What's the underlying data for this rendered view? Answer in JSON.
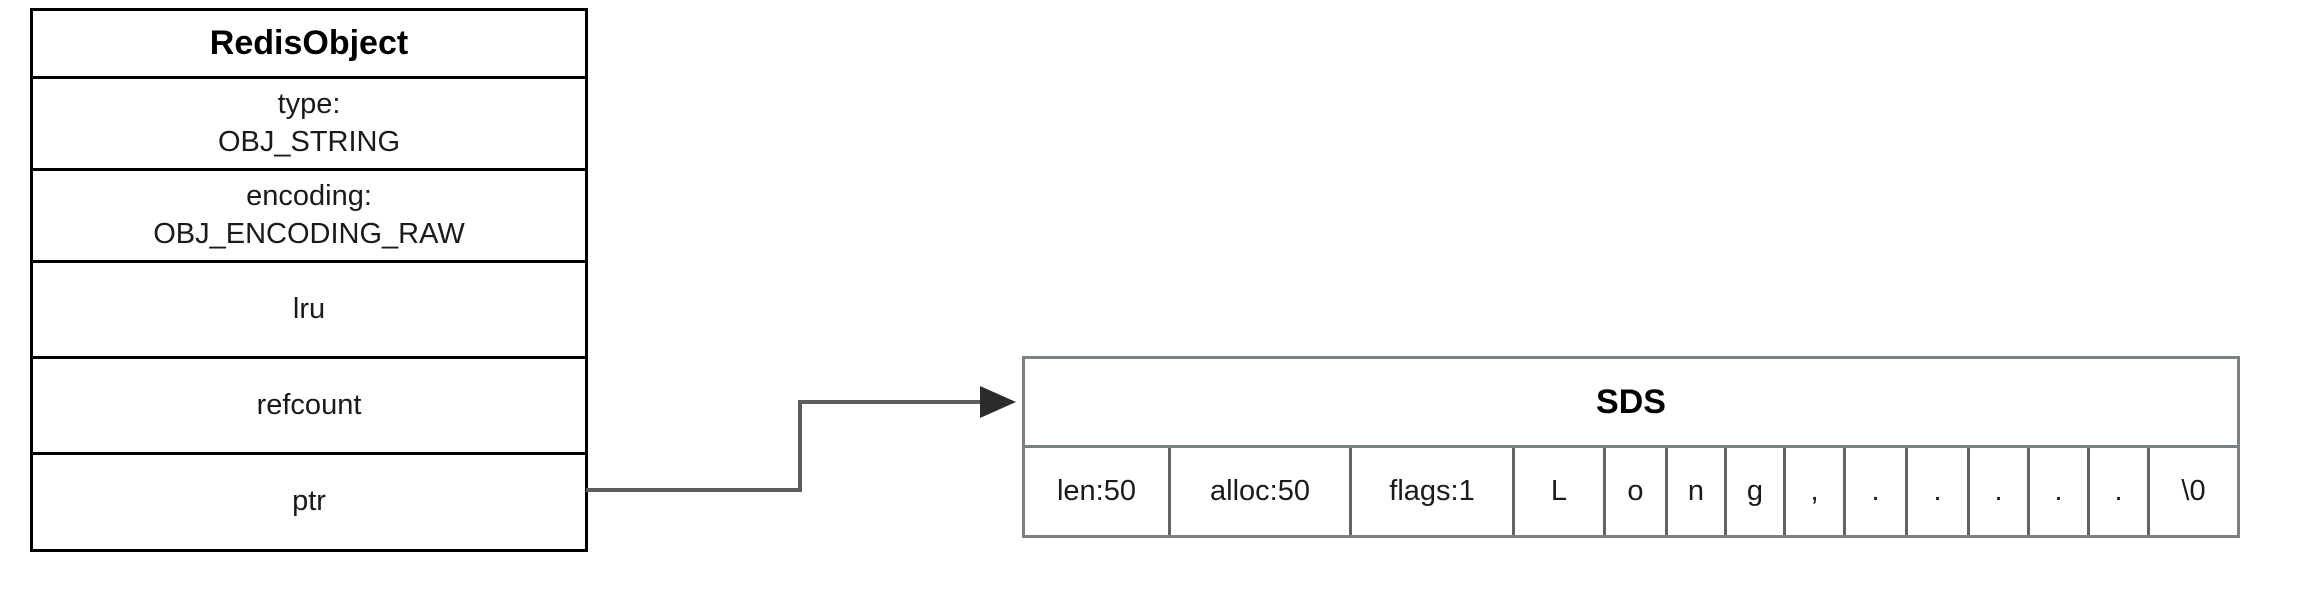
{
  "diagram": {
    "title": "RedisObject to SDS pointer diagram",
    "colors": {
      "object_border": "#000000",
      "sds_border": "#7a8285",
      "sds_cell_divider": "#5d6569",
      "arrow": "#5d5d5d",
      "text": "#1a1a1a",
      "background": "#ffffff"
    }
  },
  "redis_object": {
    "title": "RedisObject",
    "rows": [
      {
        "name": "type-row",
        "label": "type:\nOBJ_STRING",
        "field": "type",
        "value": "OBJ_STRING"
      },
      {
        "name": "encoding-row",
        "label": "encoding:\nOBJ_ENCODING_RAW",
        "field": "encoding",
        "value": "OBJ_ENCODING_RAW"
      },
      {
        "name": "lru-row",
        "label": "lru",
        "field": "lru",
        "value": ""
      },
      {
        "name": "refcount-row",
        "label": "refcount",
        "field": "refcount",
        "value": ""
      },
      {
        "name": "ptr-row",
        "label": "ptr",
        "field": "ptr",
        "value": ""
      }
    ]
  },
  "connector": {
    "from": "ptr",
    "to": "SDS",
    "style": "elbow-arrow"
  },
  "sds": {
    "title": "SDS",
    "cells": [
      {
        "name": "len-cell",
        "label": "len:50",
        "width": 146
      },
      {
        "name": "alloc-cell",
        "label": "alloc:50",
        "width": 181
      },
      {
        "name": "flags-cell",
        "label": "flags:1",
        "width": 163
      },
      {
        "name": "char-cell-0",
        "label": "L",
        "width": 91
      },
      {
        "name": "char-cell-1",
        "label": "o",
        "width": 62
      },
      {
        "name": "char-cell-2",
        "label": "n",
        "width": 59
      },
      {
        "name": "char-cell-3",
        "label": "g",
        "width": 59
      },
      {
        "name": "char-cell-4",
        "label": ",",
        "width": 60
      },
      {
        "name": "char-cell-5",
        "label": ".",
        "width": 62
      },
      {
        "name": "char-cell-6",
        "label": ".",
        "width": 62
      },
      {
        "name": "char-cell-7",
        "label": ".",
        "width": 60
      },
      {
        "name": "char-cell-8",
        "label": ".",
        "width": 60
      },
      {
        "name": "char-cell-9",
        "label": ".",
        "width": 60
      },
      {
        "name": "char-cell-10",
        "label": "\\0",
        "width": 93
      }
    ]
  }
}
